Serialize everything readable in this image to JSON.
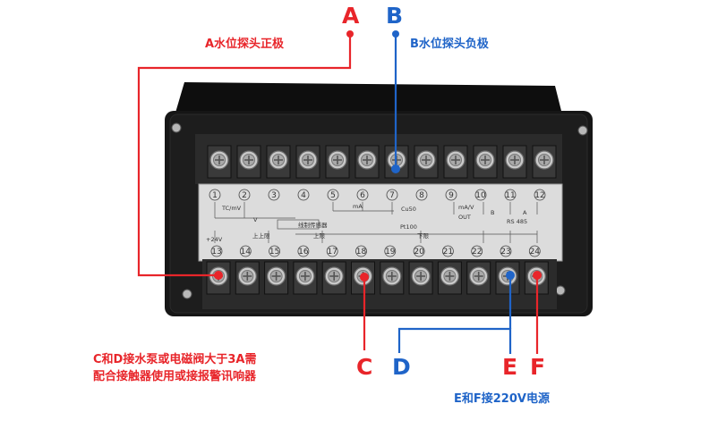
{
  "labels": {
    "A": "A",
    "B": "B",
    "C": "C",
    "D": "D",
    "E": "E",
    "F": "F",
    "a_desc": "A水位探头正极",
    "b_desc": "B水位探头负极",
    "cd_note_line1": "C和D接水泵或电磁阀大于3A需",
    "cd_note_line2": "配合接触器使用或接报警讯响器",
    "ef_note": "E和F接220V电源"
  },
  "panel": {
    "top_numbers": [
      "1",
      "2",
      "3",
      "4",
      "5",
      "6",
      "7",
      "8",
      "9",
      "10",
      "11",
      "12"
    ],
    "bottom_numbers": [
      "13",
      "14",
      "15",
      "16",
      "17",
      "18",
      "19",
      "20",
      "21",
      "22",
      "23",
      "24"
    ],
    "top_texts": [
      "TC/mV",
      "V",
      "mA",
      "Cu50",
      "Pt100",
      "mA/V",
      "OUT",
      "RS 485",
      "线制传感器",
      "B",
      "A"
    ],
    "bottom_texts": [
      "+24V",
      "上上限",
      "上限",
      "下限"
    ]
  },
  "colors": {
    "red": "#e8252a",
    "blue": "#1f64c8",
    "panel": "#131313",
    "label_plate": "#dcdcdc"
  }
}
